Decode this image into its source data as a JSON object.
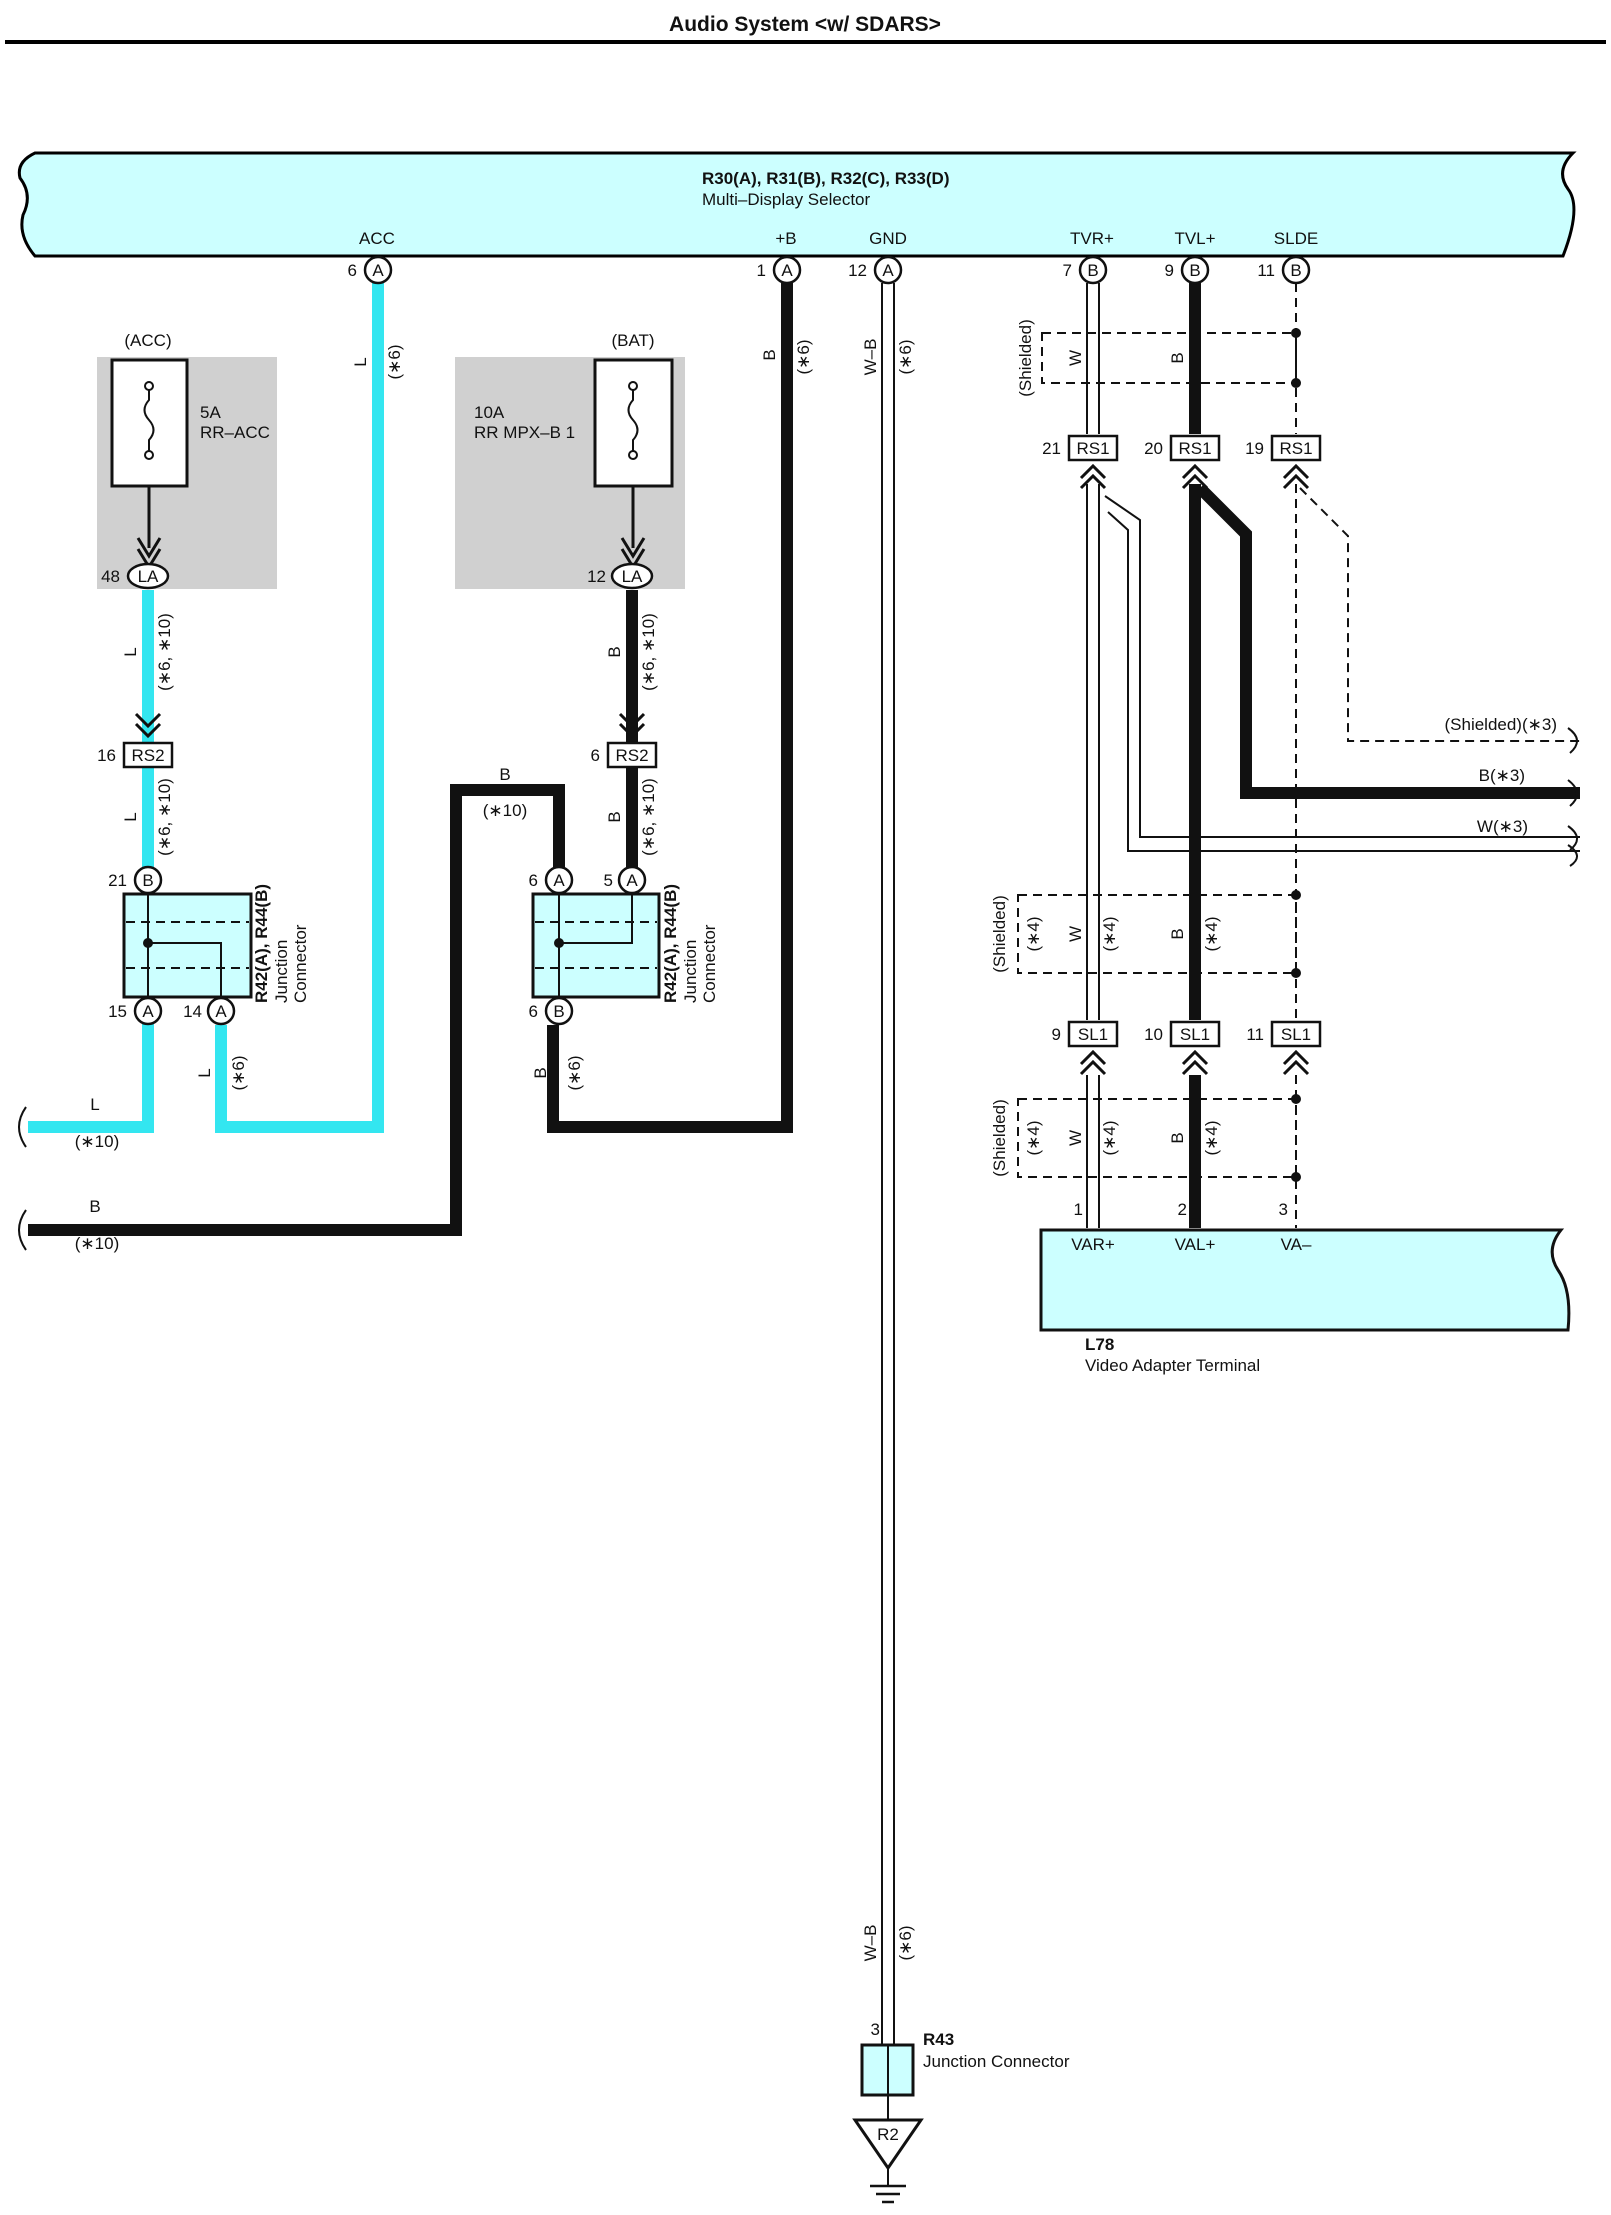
{
  "title": "Audio System <w/ SDARS>",
  "multi_display": {
    "ref": "R30(A), R31(B), R32(C), R33(D)",
    "name": "Multi–Display Selector",
    "terms": {
      "acc": {
        "name": "ACC",
        "num": "6",
        "conn": "A"
      },
      "b": {
        "name": "+B",
        "num": "1",
        "conn": "A"
      },
      "gnd": {
        "name": "GND",
        "num": "12",
        "conn": "A"
      },
      "tvr": {
        "name": "TVR+",
        "num": "7",
        "conn": "B"
      },
      "tvl": {
        "name": "TVL+",
        "num": "9",
        "conn": "B"
      },
      "slde": {
        "name": "SLDE",
        "num": "11",
        "conn": "B"
      }
    }
  },
  "fuses": {
    "acc": {
      "group": "(ACC)",
      "amp": "5A",
      "name": "RR–ACC",
      "pin": "48",
      "conn": "LA"
    },
    "bat": {
      "group": "(BAT)",
      "amp": "10A",
      "name": "RR MPX–B 1",
      "pin": "12",
      "conn": "LA"
    }
  },
  "rs2": {
    "left_pin": "16",
    "right_pin": "6",
    "name": "RS2"
  },
  "jc_left": {
    "ref": "R42(A), R44(B)",
    "name1": "Junction",
    "name2": "Connector",
    "top_pin": "21",
    "top_conn": "B",
    "bl_pin": "15",
    "bl_conn": "A",
    "br_pin": "14",
    "br_conn": "A"
  },
  "jc_right": {
    "ref": "R42(A), R44(B)",
    "name1": "Junction",
    "name2": "Connector",
    "tl_pin": "6",
    "tl_conn": "A",
    "tr_pin": "5",
    "tr_conn": "A",
    "bot_pin": "6",
    "bot_conn": "B"
  },
  "rs1": {
    "name": "RS1",
    "pins": [
      "21",
      "20",
      "19"
    ]
  },
  "sl1": {
    "name": "SL1",
    "pins": [
      "9",
      "10",
      "11"
    ]
  },
  "video_adapter": {
    "ref": "L78",
    "name": "Video Adapter Terminal",
    "terms": [
      {
        "num": "1",
        "name": "VAR+"
      },
      {
        "num": "2",
        "name": "VAL+"
      },
      {
        "num": "3",
        "name": "VA–"
      }
    ]
  },
  "r43": {
    "ref": "R43",
    "name": "Junction Connector",
    "pin": "3"
  },
  "ground": {
    "name": "R2"
  },
  "wire_labels": {
    "L": "L",
    "B": "B",
    "WB": "W–B",
    "W": "W",
    "n6": "(∗6)",
    "n10": "(∗10)",
    "n6_10": "(∗6, ∗10)",
    "n4": "(∗4)",
    "shielded": "(Shielded)",
    "out_shielded": "(Shielded)(∗3)",
    "out_b": "B(∗3)",
    "out_w": "W(∗3)"
  },
  "colors": {
    "cyan_fill": "#ccffff",
    "cyan_wire": "#33e6f0",
    "black_wire": "#111111",
    "fuse_bg": "#d0d0d0"
  }
}
